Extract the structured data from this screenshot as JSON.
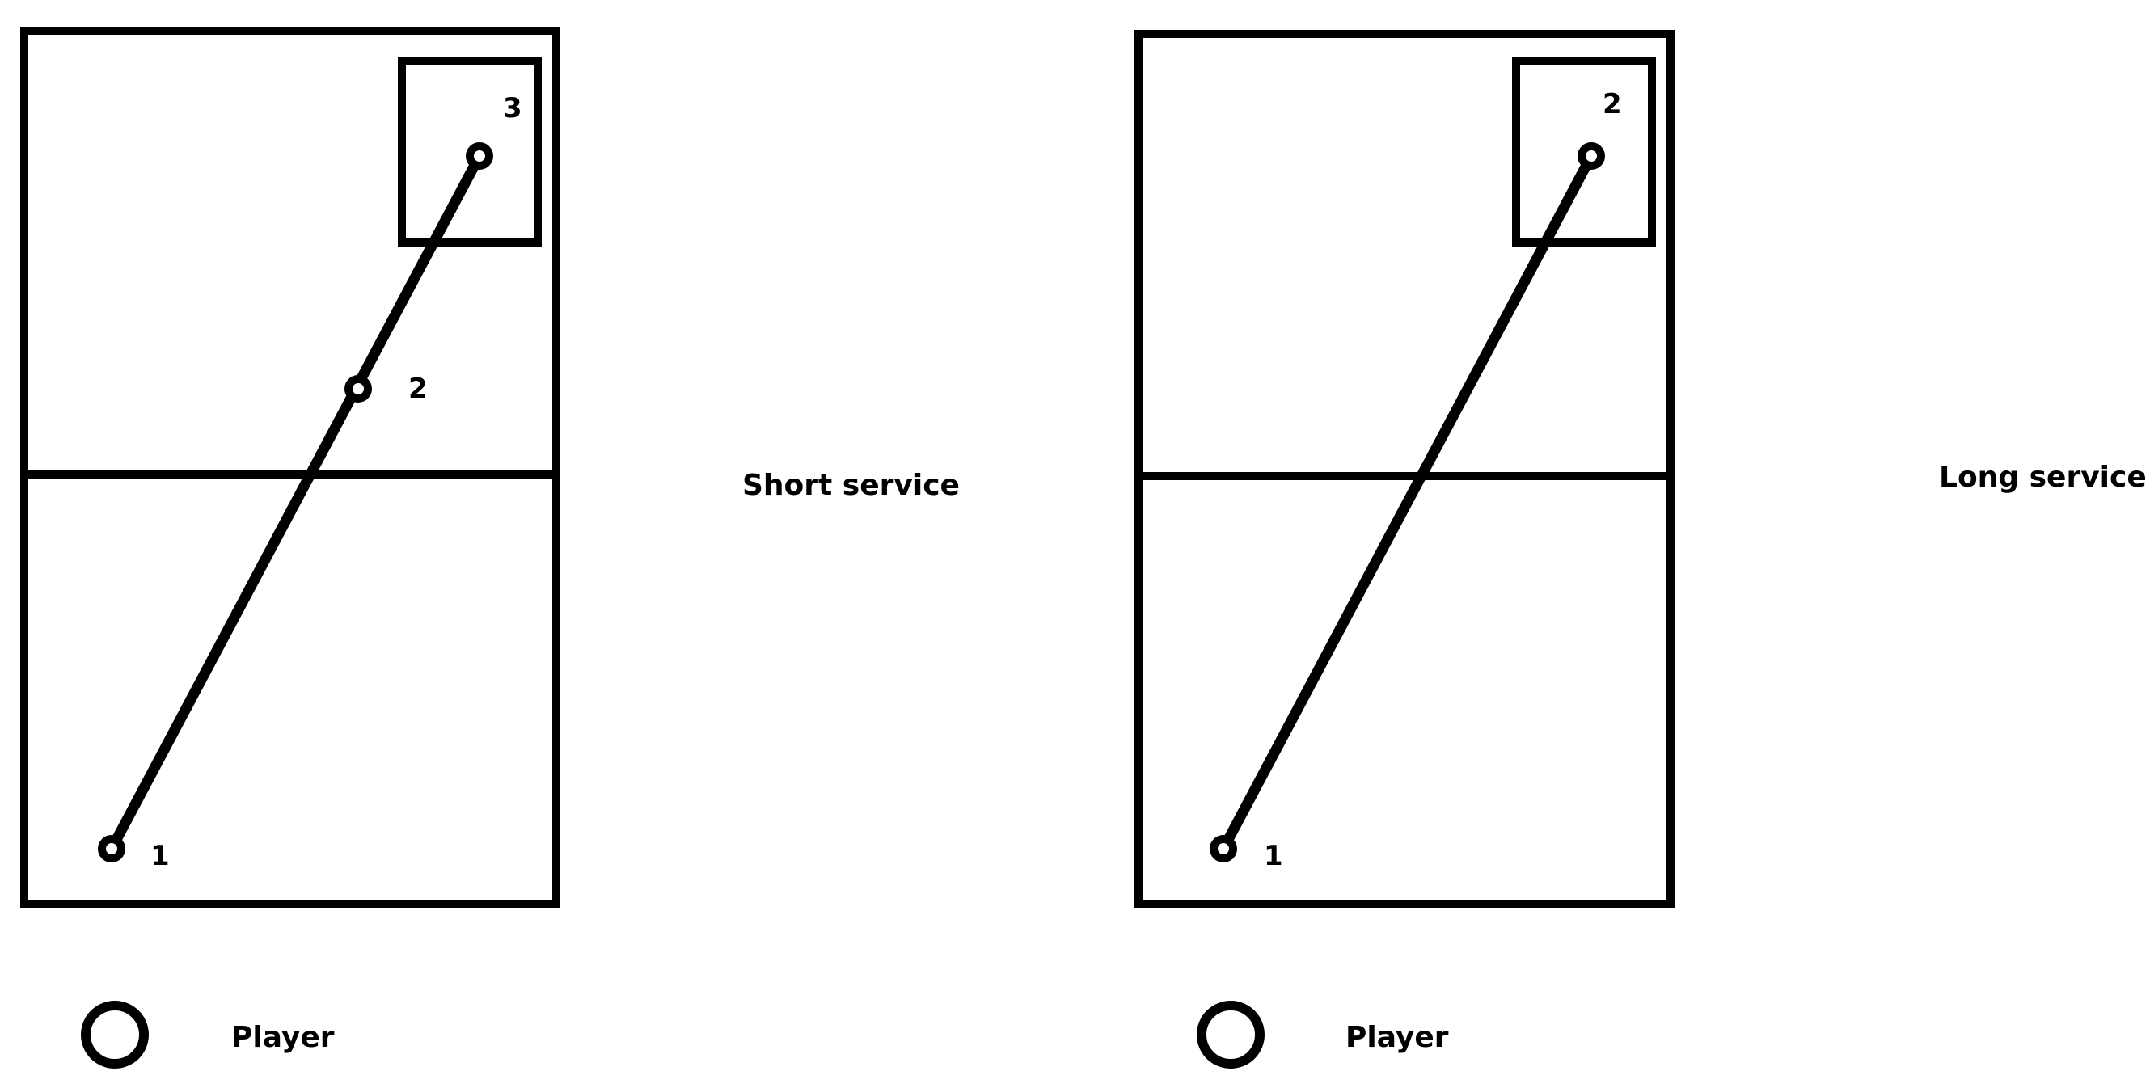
{
  "panels": [
    {
      "id": "short",
      "caption": "Short service",
      "legend_label": "Player",
      "points": [
        {
          "label": "1"
        },
        {
          "label": "2"
        },
        {
          "label": "3"
        }
      ]
    },
    {
      "id": "long",
      "caption": "Long service",
      "legend_label": "Player",
      "points": [
        {
          "label": "1"
        },
        {
          "label": "2"
        }
      ]
    }
  ],
  "colors": {
    "stroke": "#000000",
    "background": "#ffffff"
  }
}
